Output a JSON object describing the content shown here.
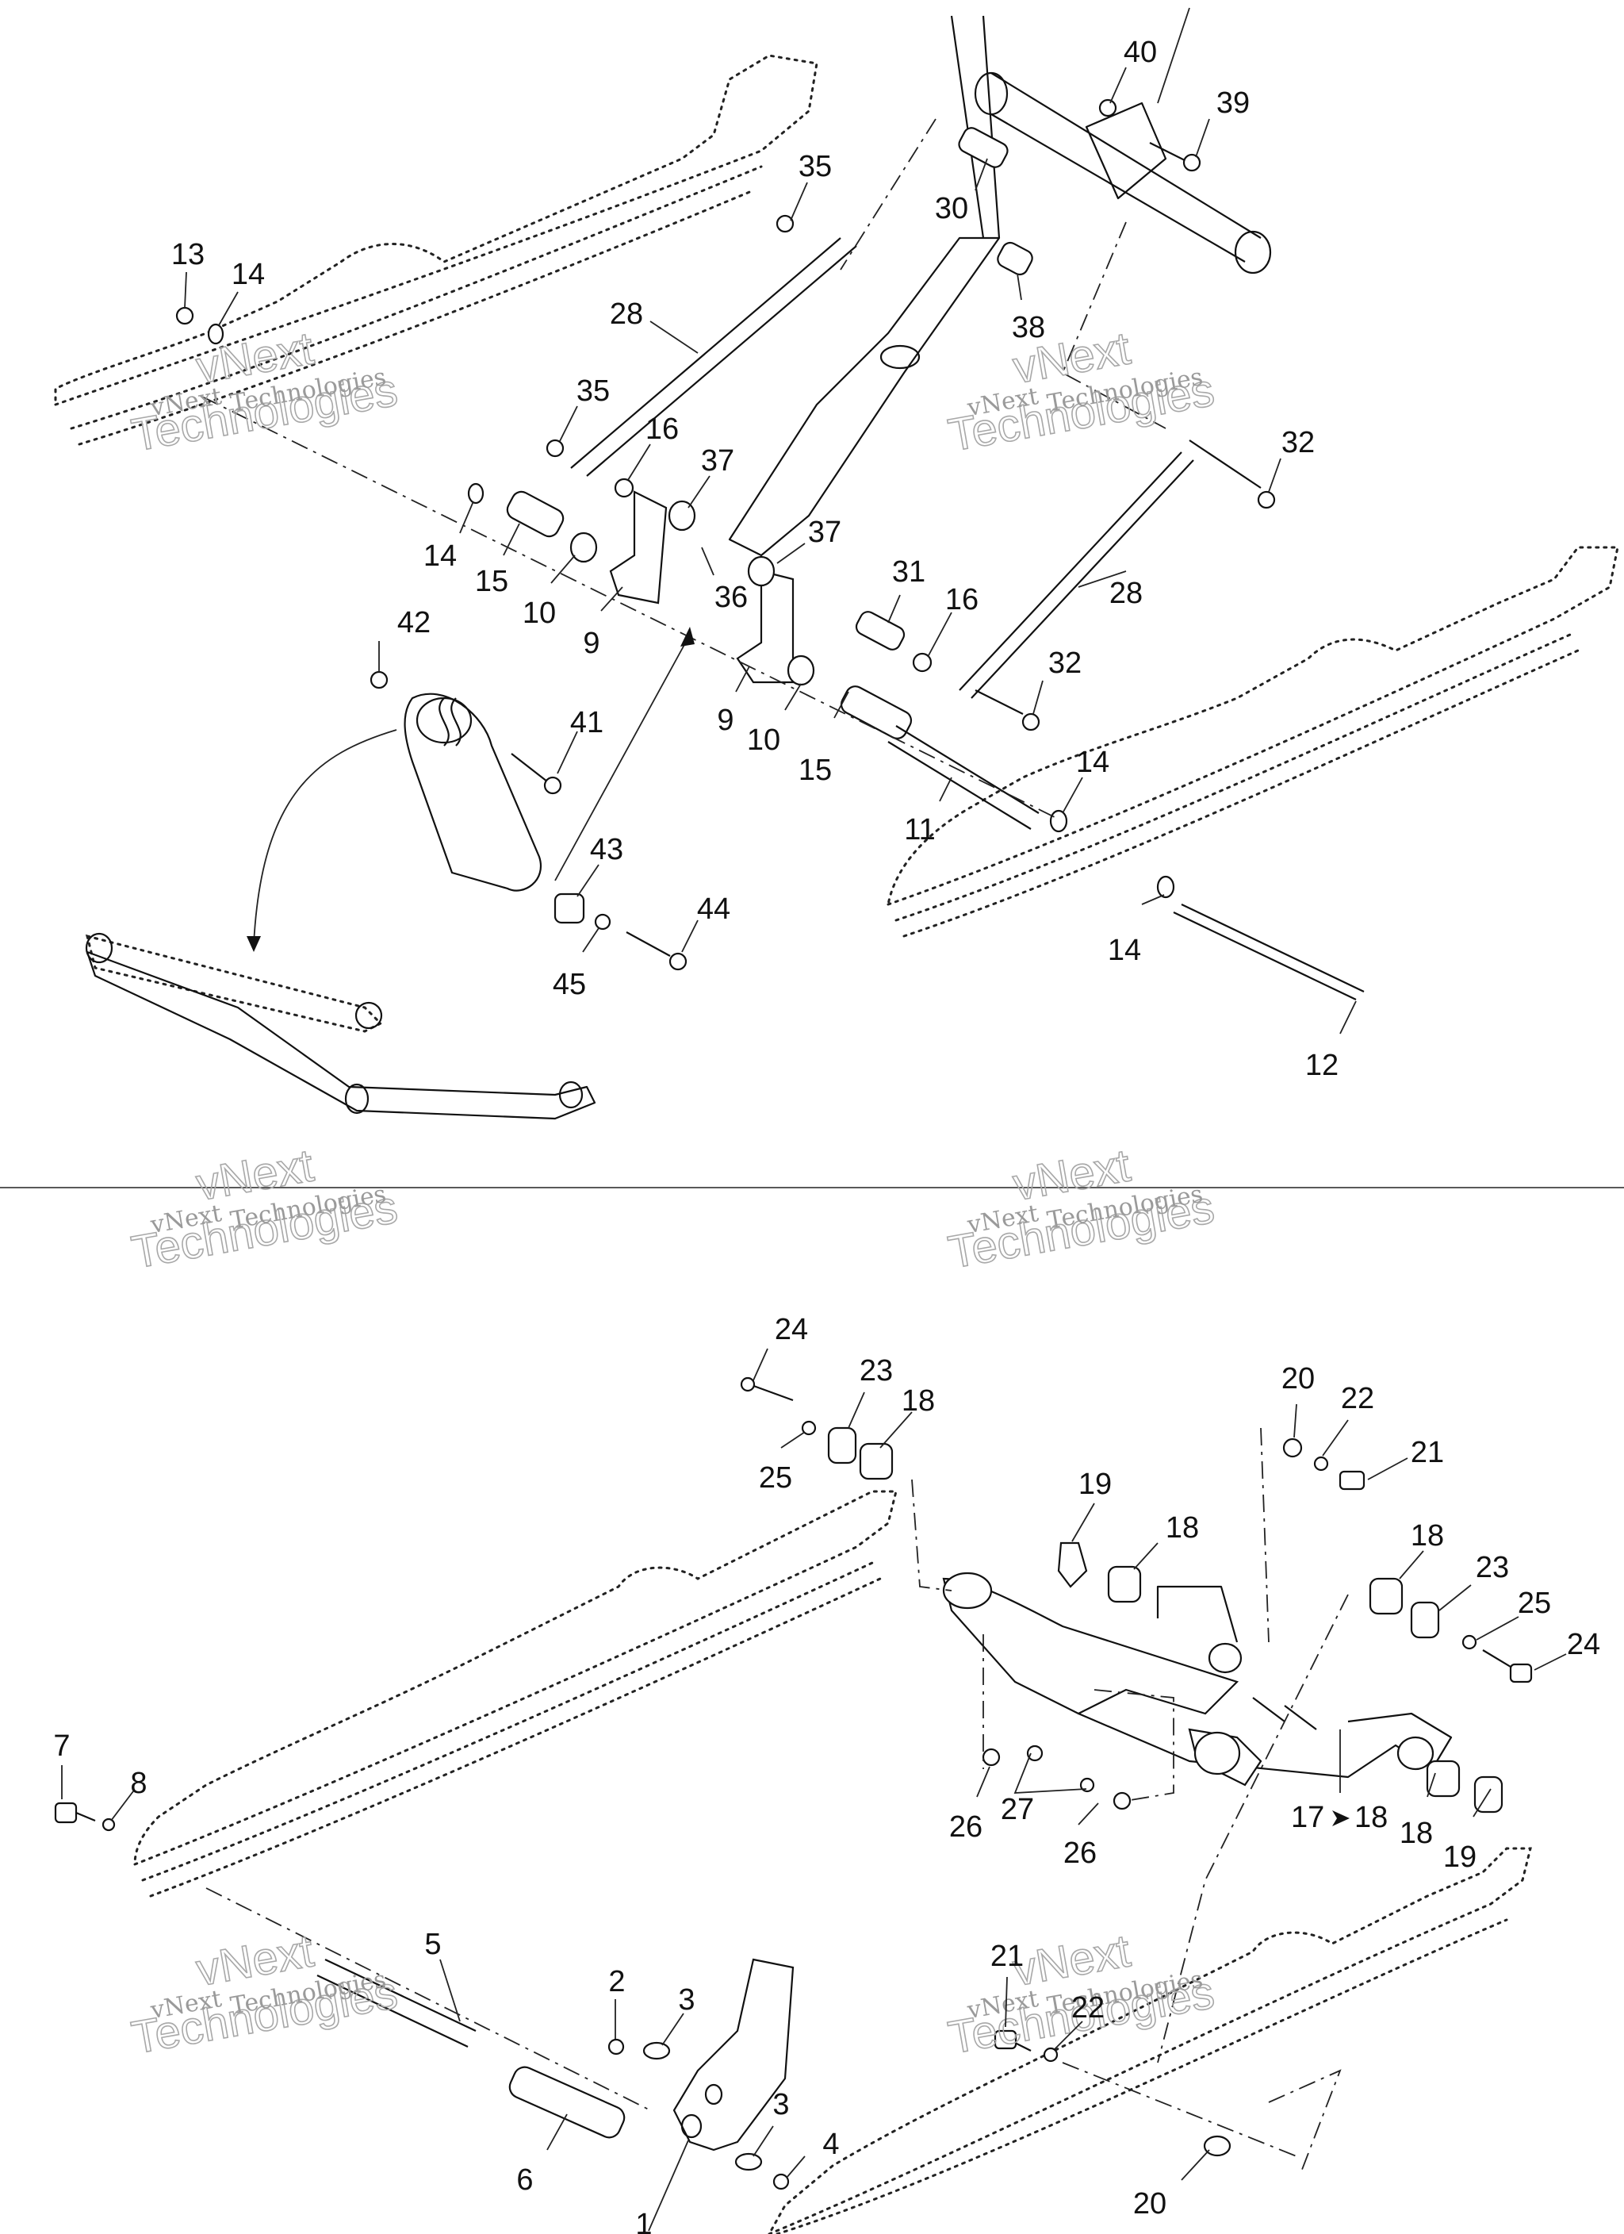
{
  "watermark": {
    "line1": "vNext",
    "line2": "Technologies"
  },
  "upper_callouts": [
    "40",
    "39",
    "35",
    "30",
    "38",
    "13",
    "14",
    "28",
    "35",
    "16",
    "37",
    "32",
    "14",
    "15",
    "10",
    "9",
    "37",
    "36",
    "31",
    "16",
    "28",
    "42",
    "9",
    "10",
    "15",
    "32",
    "41",
    "14",
    "11",
    "43",
    "44",
    "45",
    "14",
    "12"
  ],
  "lower_callouts": [
    "24",
    "23",
    "18",
    "20",
    "22",
    "21",
    "25",
    "19",
    "18",
    "18",
    "23",
    "25",
    "24",
    "7",
    "8",
    "26",
    "27",
    "26",
    "17",
    "18",
    "18",
    "19",
    "5",
    "2",
    "3",
    "21",
    "22",
    "3",
    "4",
    "6",
    "20",
    "1"
  ],
  "arrow_label_suffix": "18"
}
